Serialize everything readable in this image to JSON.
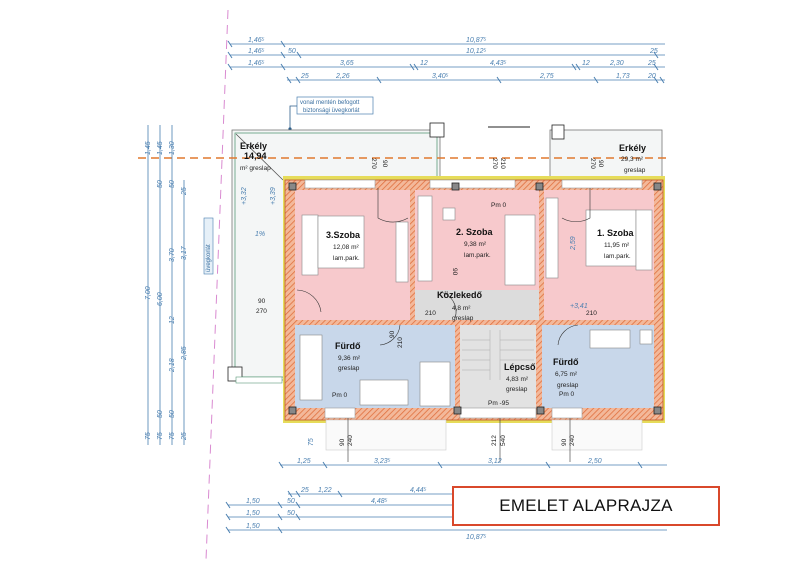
{
  "title": "EMELET ALAPRAJZA",
  "note": [
    "vonal mentén befogott",
    "biztonsági üvegkorlát"
  ],
  "colors": {
    "bedroom": "#f7c9cc",
    "bath": "#c8d7ea",
    "hall": "#dcdcdc",
    "wall": "#e9875a",
    "accent": "#d9482b",
    "dim": "#4a7fb0",
    "dashed": "#e0782f"
  },
  "rooms": [
    {
      "name": "Erkély",
      "area": "14,94",
      "unit": "m² greslap"
    },
    {
      "name": "Erkély",
      "area": "29,3 m²",
      "floor": "greslap"
    },
    {
      "name": "3.Szoba",
      "area": "12,08 m²",
      "floor": "lam.park."
    },
    {
      "name": "2. Szoba",
      "area": "9,38 m²",
      "floor": "lam.park.",
      "level": "Pm 0"
    },
    {
      "name": "1. Szoba",
      "area": "11,95 m²",
      "floor": "lam.park."
    },
    {
      "name": "Közlekedő",
      "area": "4,8 m²",
      "floor": "greslap"
    },
    {
      "name": "Fürdő",
      "area": "9,36 m²",
      "floor": "greslap",
      "level": "Pm 0"
    },
    {
      "name": "Lépcső",
      "area": "4,83 m²",
      "floor": "greslap",
      "level": "Pm -95"
    },
    {
      "name": "Fürdő",
      "area": "6,75 m²",
      "floor": "greslap",
      "level": "Pm 0"
    }
  ],
  "top_dims": {
    "row1": [
      "1,46⁵",
      "10,87⁵"
    ],
    "row2": [
      "1,46⁵",
      "50",
      "10,12⁵",
      "25"
    ],
    "row3": [
      "1,46⁵",
      "3,65",
      "12",
      "4,43⁵",
      "12",
      "2,30",
      "25"
    ],
    "row4": [
      "25",
      "2,26",
      "3,40⁵",
      "2,75",
      "1,73",
      "20"
    ]
  },
  "bottom_dims": {
    "row1": [
      "1,25",
      "3,23⁵",
      "3,12",
      "2,50"
    ],
    "row2": [
      "25",
      "1,22",
      "4,44⁵"
    ],
    "row3": [
      "1,50",
      "50",
      "4,48⁵"
    ],
    "row4": [
      "1,50",
      "50"
    ],
    "row5": [
      "1,50",
      "10,87⁵"
    ]
  },
  "left_dims": {
    "col1": [
      "1,45",
      "7,00",
      "75"
    ],
    "col2": [
      "1,45",
      "50",
      "6,00",
      "50",
      "75"
    ],
    "col3": [
      "1,30",
      "50",
      "3,70",
      "12",
      "2,18",
      "50",
      "75"
    ],
    "col4": [
      "25",
      "3,17",
      "2,85",
      "25"
    ]
  },
  "misc": {
    "door_heights": [
      "270",
      "90",
      "270",
      "210",
      "270",
      "90",
      "90",
      "270",
      "210",
      "90",
      "210",
      "90",
      "210"
    ],
    "window_heights": [
      "90",
      "240",
      "212",
      "540",
      "90",
      "240",
      "75"
    ],
    "levels": [
      "+3,32",
      "+3,39",
      "+3,41",
      "2,59"
    ],
    "slope": "1%",
    "vertical_label": "üvegkorlát"
  }
}
